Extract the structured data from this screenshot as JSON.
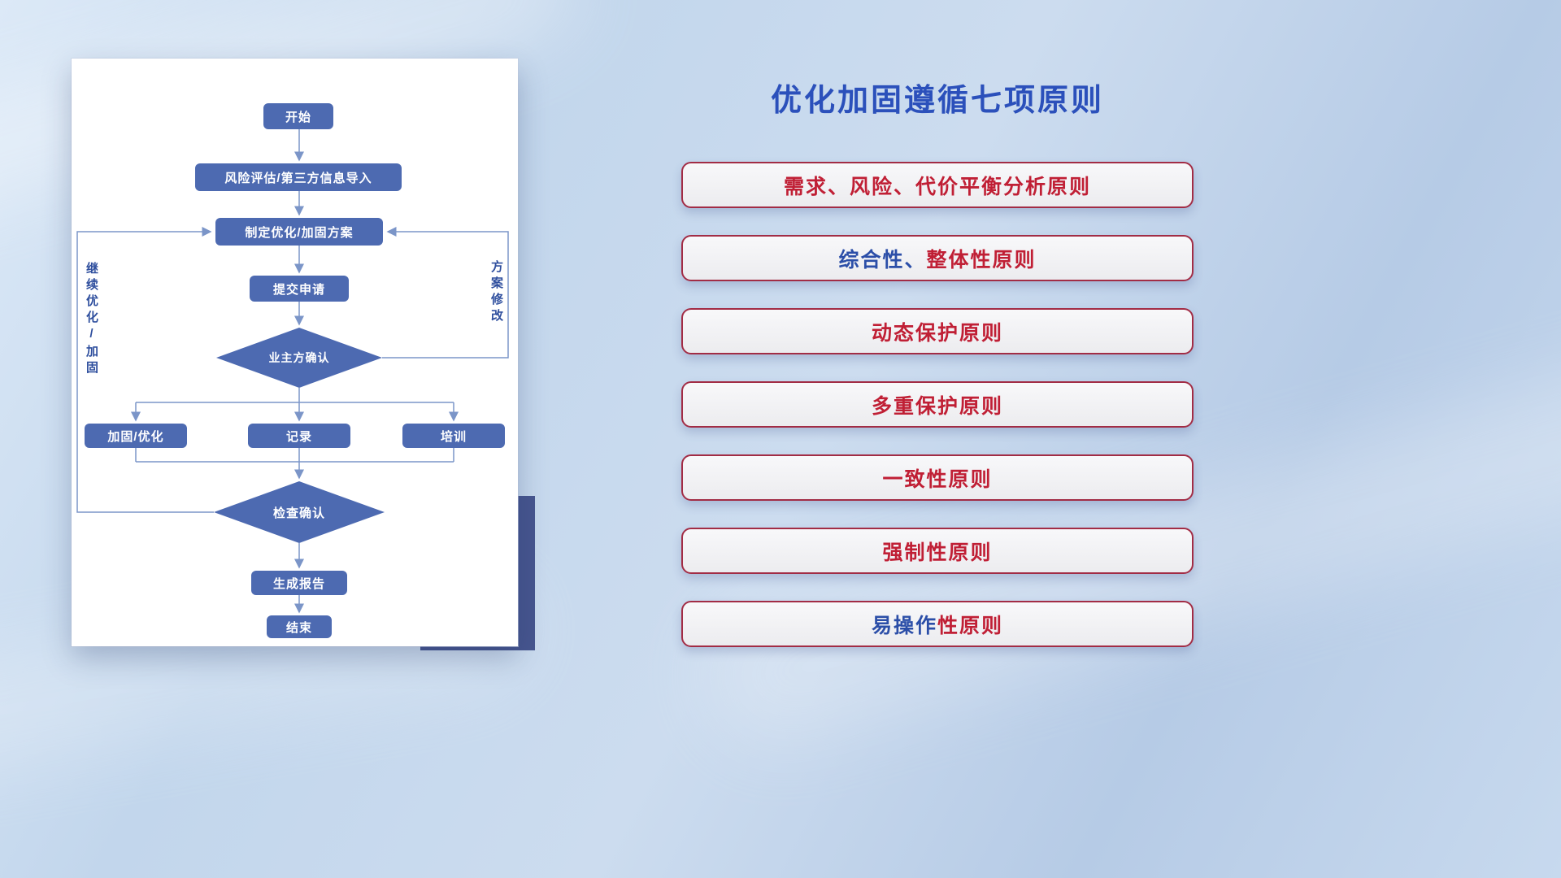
{
  "title": "优化加固遵循七项原则",
  "colors": {
    "title_blue": "#2b50bb",
    "principle_red": "#c01f35",
    "principle_blue": "#2b4ea8",
    "principle_border": "#a22c45",
    "node_fill": "#4d6ab1",
    "arrow": "#7b95c8",
    "accent_block": "#47568f"
  },
  "flowchart": {
    "nodes": {
      "start": "开始",
      "risk_import": "风险评估/第三方信息导入",
      "make_plan": "制定优化/加固方案",
      "submit": "提交申请",
      "owner_confirm": "业主方确认",
      "reinforce": "加固/优化",
      "record": "记录",
      "training": "培训",
      "check_confirm": "检查确认",
      "report": "生成报告",
      "end": "结束"
    },
    "edge_labels": {
      "continue_optimize": "继续优化/加固",
      "plan_modify": "方案修改"
    }
  },
  "principles": [
    {
      "segments": [
        {
          "text": "需求、风险、代价平衡分析原则",
          "color": "red"
        }
      ]
    },
    {
      "segments": [
        {
          "text": "综合性、",
          "color": "blue"
        },
        {
          "text": "整体性原则",
          "color": "red"
        }
      ]
    },
    {
      "segments": [
        {
          "text": "动态保护原则",
          "color": "red"
        }
      ]
    },
    {
      "segments": [
        {
          "text": "多重保护原则",
          "color": "red"
        }
      ]
    },
    {
      "segments": [
        {
          "text": "一致性原则",
          "color": "red"
        }
      ]
    },
    {
      "segments": [
        {
          "text": "强制性原则",
          "color": "red"
        }
      ]
    },
    {
      "segments": [
        {
          "text": "易操作",
          "color": "blue"
        },
        {
          "text": "性原则",
          "color": "red"
        }
      ]
    }
  ]
}
